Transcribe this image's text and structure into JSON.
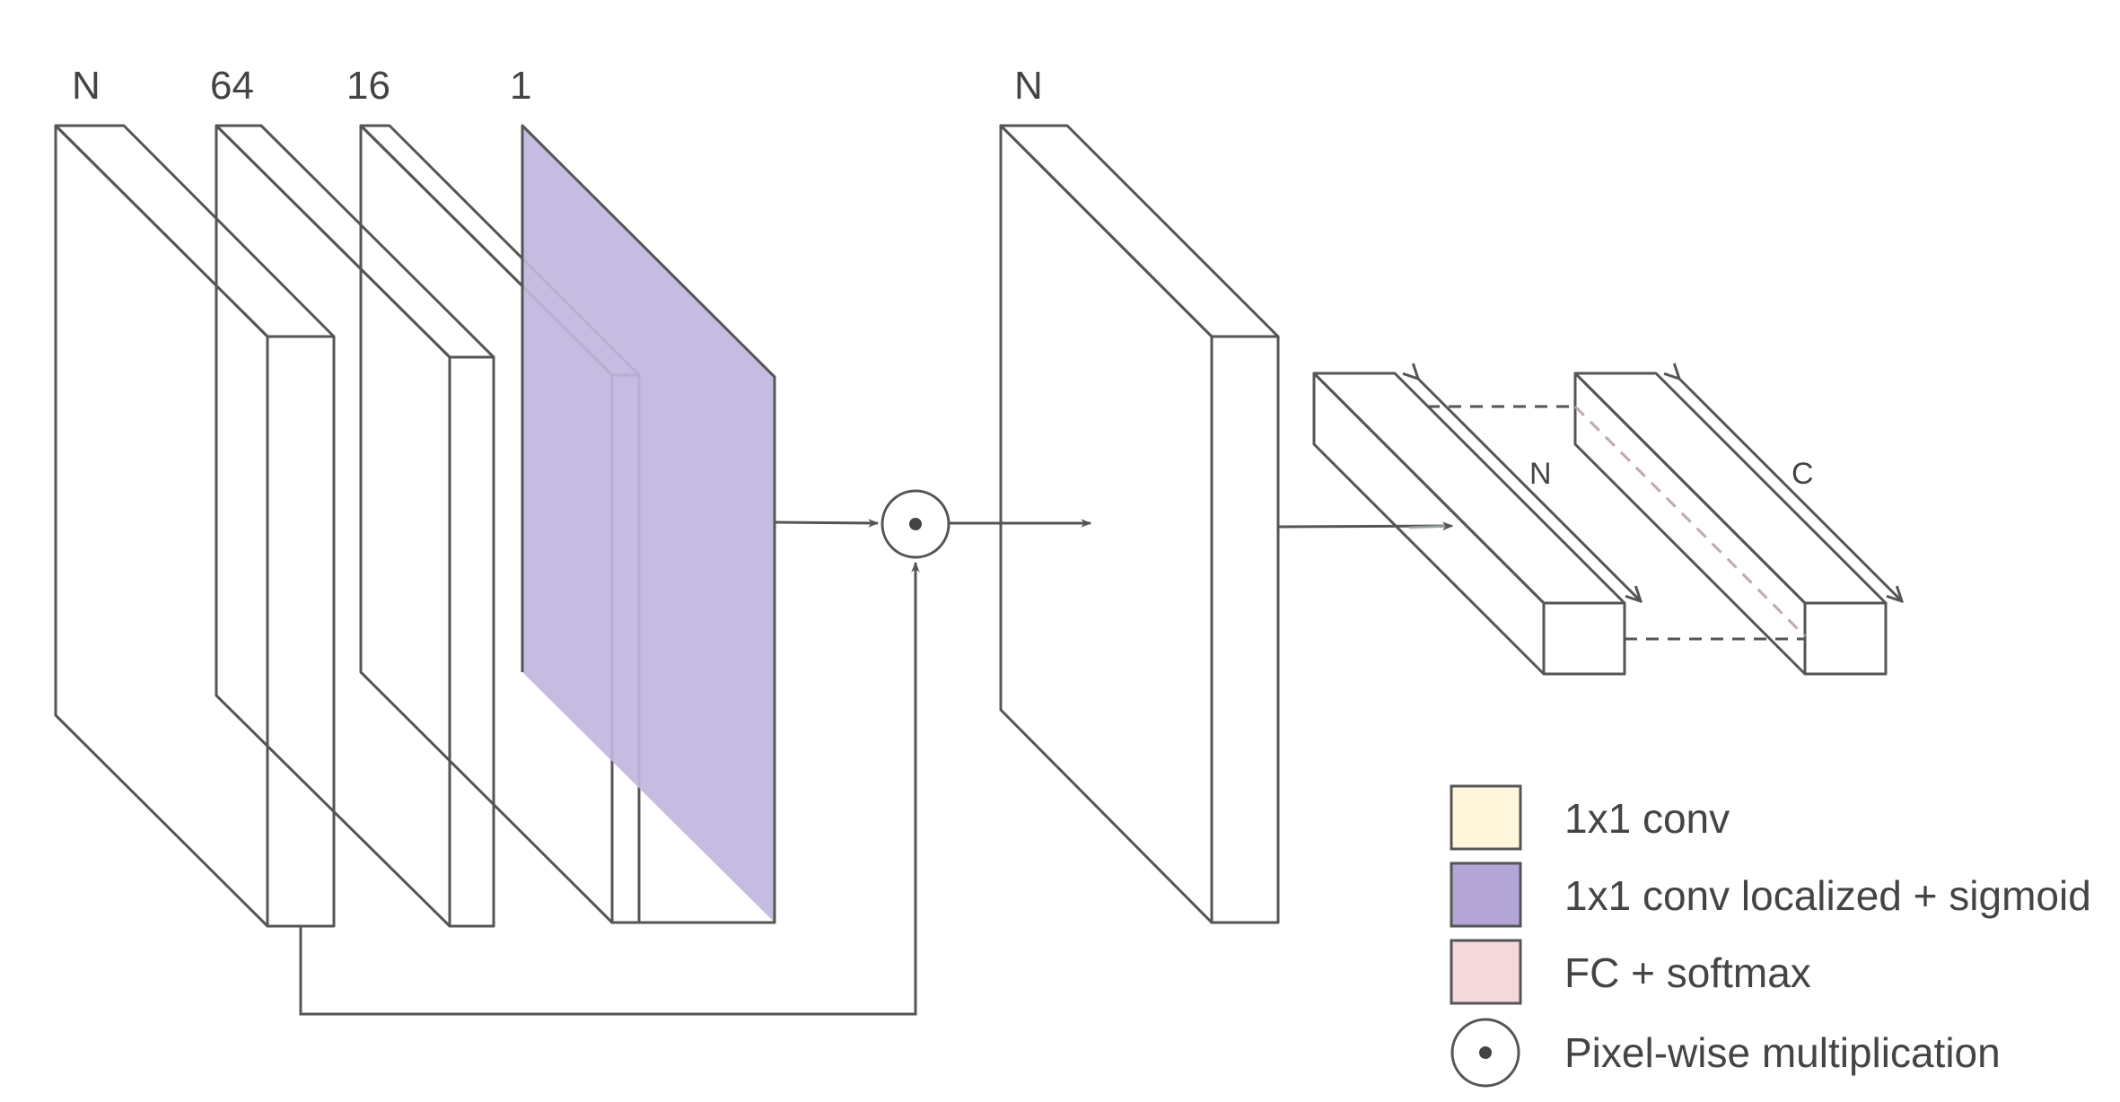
{
  "layers": {
    "input_label": "N",
    "conv1_label": "64",
    "conv2_label": "16",
    "conv3_label": "1",
    "output_label": "N"
  },
  "vectors": {
    "feature_dim_label": "N",
    "class_dim_label": "C"
  },
  "legend": [
    {
      "label": "1x1 conv",
      "color": "#FFF6DC"
    },
    {
      "label": "1x1 conv localized + sigmoid",
      "color": "#B3A6D6"
    },
    {
      "label": "FC + softmax",
      "color": "#F5D8DB"
    },
    {
      "label": "Pixel-wise multiplication",
      "icon": "circle-dot-icon"
    }
  ],
  "colors": {
    "green_front": "#E8F1E5",
    "green_top": "#C3CDBF",
    "green_side": "#E2EED9",
    "yellow_front": "#FFF7DE",
    "yellow_top": "#DCD2B8",
    "yellow_side": "#FFF1CC",
    "purple": "#C1B6DE",
    "pink_front": "#F7D9DD",
    "pink_top": "#D4B8BA",
    "stroke": "#555555"
  }
}
